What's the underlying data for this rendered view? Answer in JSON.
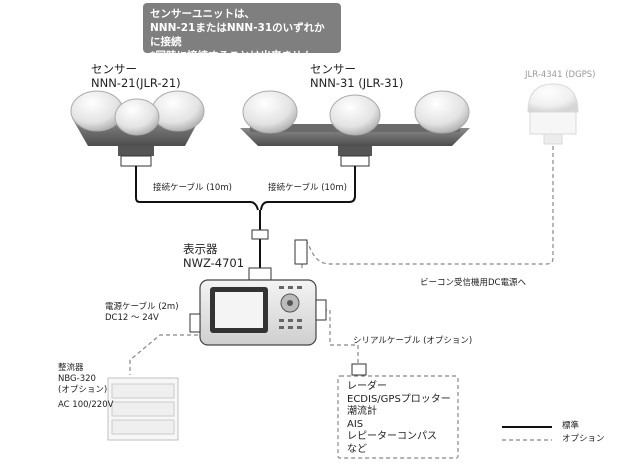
{
  "note": {
    "line1": "センサーユニットは、",
    "line2": "NNN-21またはNNN-31のいずれかに接続",
    "line3": "*同時に接続することは出来ません"
  },
  "sensor_left": {
    "title": "センサー",
    "model": "NNN-21(JLR-21)"
  },
  "sensor_right": {
    "title": "センサー",
    "model": "NNN-31 (JLR-31)"
  },
  "dgps": {
    "label": "JLR-4341 (DGPS)"
  },
  "cable_left": "接続ケーブル (10m)",
  "cable_right": "接続ケーブル (10m)",
  "display": {
    "title": "表示器",
    "model": "NWZ-4701"
  },
  "beacon": "ビーコン受信機用DC電源へ",
  "power_cable": {
    "line1": "電源ケーブル (2m)",
    "line2": "DC12 〜 24V"
  },
  "serial_cable": "シリアルケーブル (オプション)",
  "rectifier": {
    "line1": "整流器",
    "line2": "NBG-320",
    "line3": "(オプション)",
    "line4": "AC 100/220V"
  },
  "devices": [
    "レーダー",
    "ECDIS/GPSプロッター",
    "潮流計",
    "AIS",
    "レピーターコンパス",
    "など"
  ],
  "legend": {
    "standard": "標準",
    "option": "オプション"
  },
  "colors": {
    "note_bg": "#7f7f7f",
    "line": "#111111",
    "option_line": "#888888"
  }
}
